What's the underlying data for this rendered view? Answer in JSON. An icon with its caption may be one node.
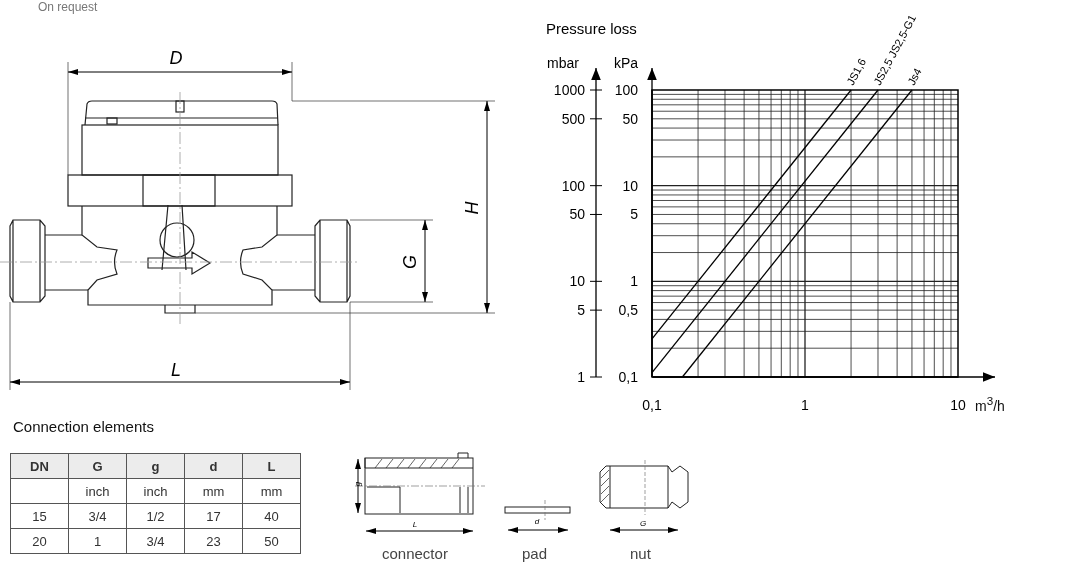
{
  "diagram": {
    "labels": [
      "On request",
      "D",
      "mbar",
      "1000",
      "500",
      "100",
      "50",
      "10",
      "5",
      "1",
      "H",
      "G",
      "L",
      "Connection elements",
      "DN",
      "G",
      "g",
      "d",
      "L",
      "inch",
      "inch",
      "mm",
      "mm",
      "15",
      "3/4",
      "1/2",
      "17",
      "40",
      "20",
      "1",
      "3/4",
      "23",
      "50",
      "g",
      "L",
      "d",
      "G",
      "connector",
      "pad",
      "nut",
      "100",
      "50",
      "10",
      "5",
      "1",
      "0,5",
      "0,1",
      "0,1",
      "1",
      "10",
      "Pressure loss",
      "kPa",
      "JS1,6",
      "JS2,5 JS2,5-G1",
      "Js4",
      "m$^{3}$/h"
    ]
  }
}
